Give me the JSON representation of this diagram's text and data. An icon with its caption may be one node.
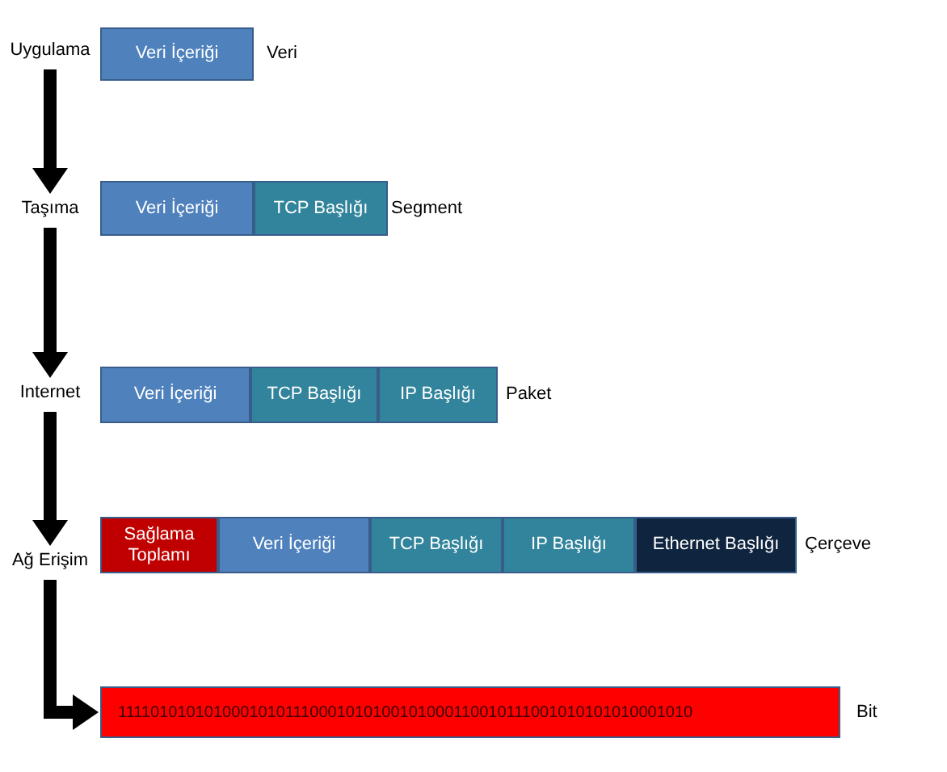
{
  "diagram": {
    "nodes": [
      {
        "text": [
          "Uygulama"
        ]
      },
      {
        "text": [
          "Veri İçeriği"
        ]
      },
      {
        "text": [
          "Taşıma"
        ]
      },
      {
        "text": [
          "Veri İçeriği"
        ]
      },
      {
        "text": [
          "TCP Başlığı"
        ]
      },
      {
        "text": [
          "Internet"
        ]
      },
      {
        "text": [
          "Veri İçeriği"
        ]
      },
      {
        "text": [
          "TCP Başlığı"
        ]
      },
      {
        "text": [
          "IP Başlığı"
        ]
      },
      {
        "text": [
          "Ağ Erişim"
        ]
      },
      {
        "text": [
          "Sağlama Toplamı"
        ]
      },
      {
        "text": [
          "Veri İçeriği"
        ]
      },
      {
        "text": [
          "TCP Başlığı"
        ]
      },
      {
        "text": [
          "IP Başlığı"
        ]
      },
      {
        "text": [
          "Ethernet Başlığı"
        ]
      },
      {
        "text": [
          "11110101010100010101110001010100101000110010111001010101010001010"
        ]
      }
    ],
    "edges": [
      {
        "from": 0,
        "to": 2,
        "arrow": "to"
      },
      {
        "from": 2,
        "to": 5,
        "arrow": "to"
      },
      {
        "from": 5,
        "to": 9,
        "arrow": "to"
      },
      {
        "from": 9,
        "to": 15,
        "arrow": "to"
      }
    ],
    "labels": [
      "Veri",
      "Segment",
      "Paket",
      "Çerçeve",
      "Bit"
    ]
  }
}
